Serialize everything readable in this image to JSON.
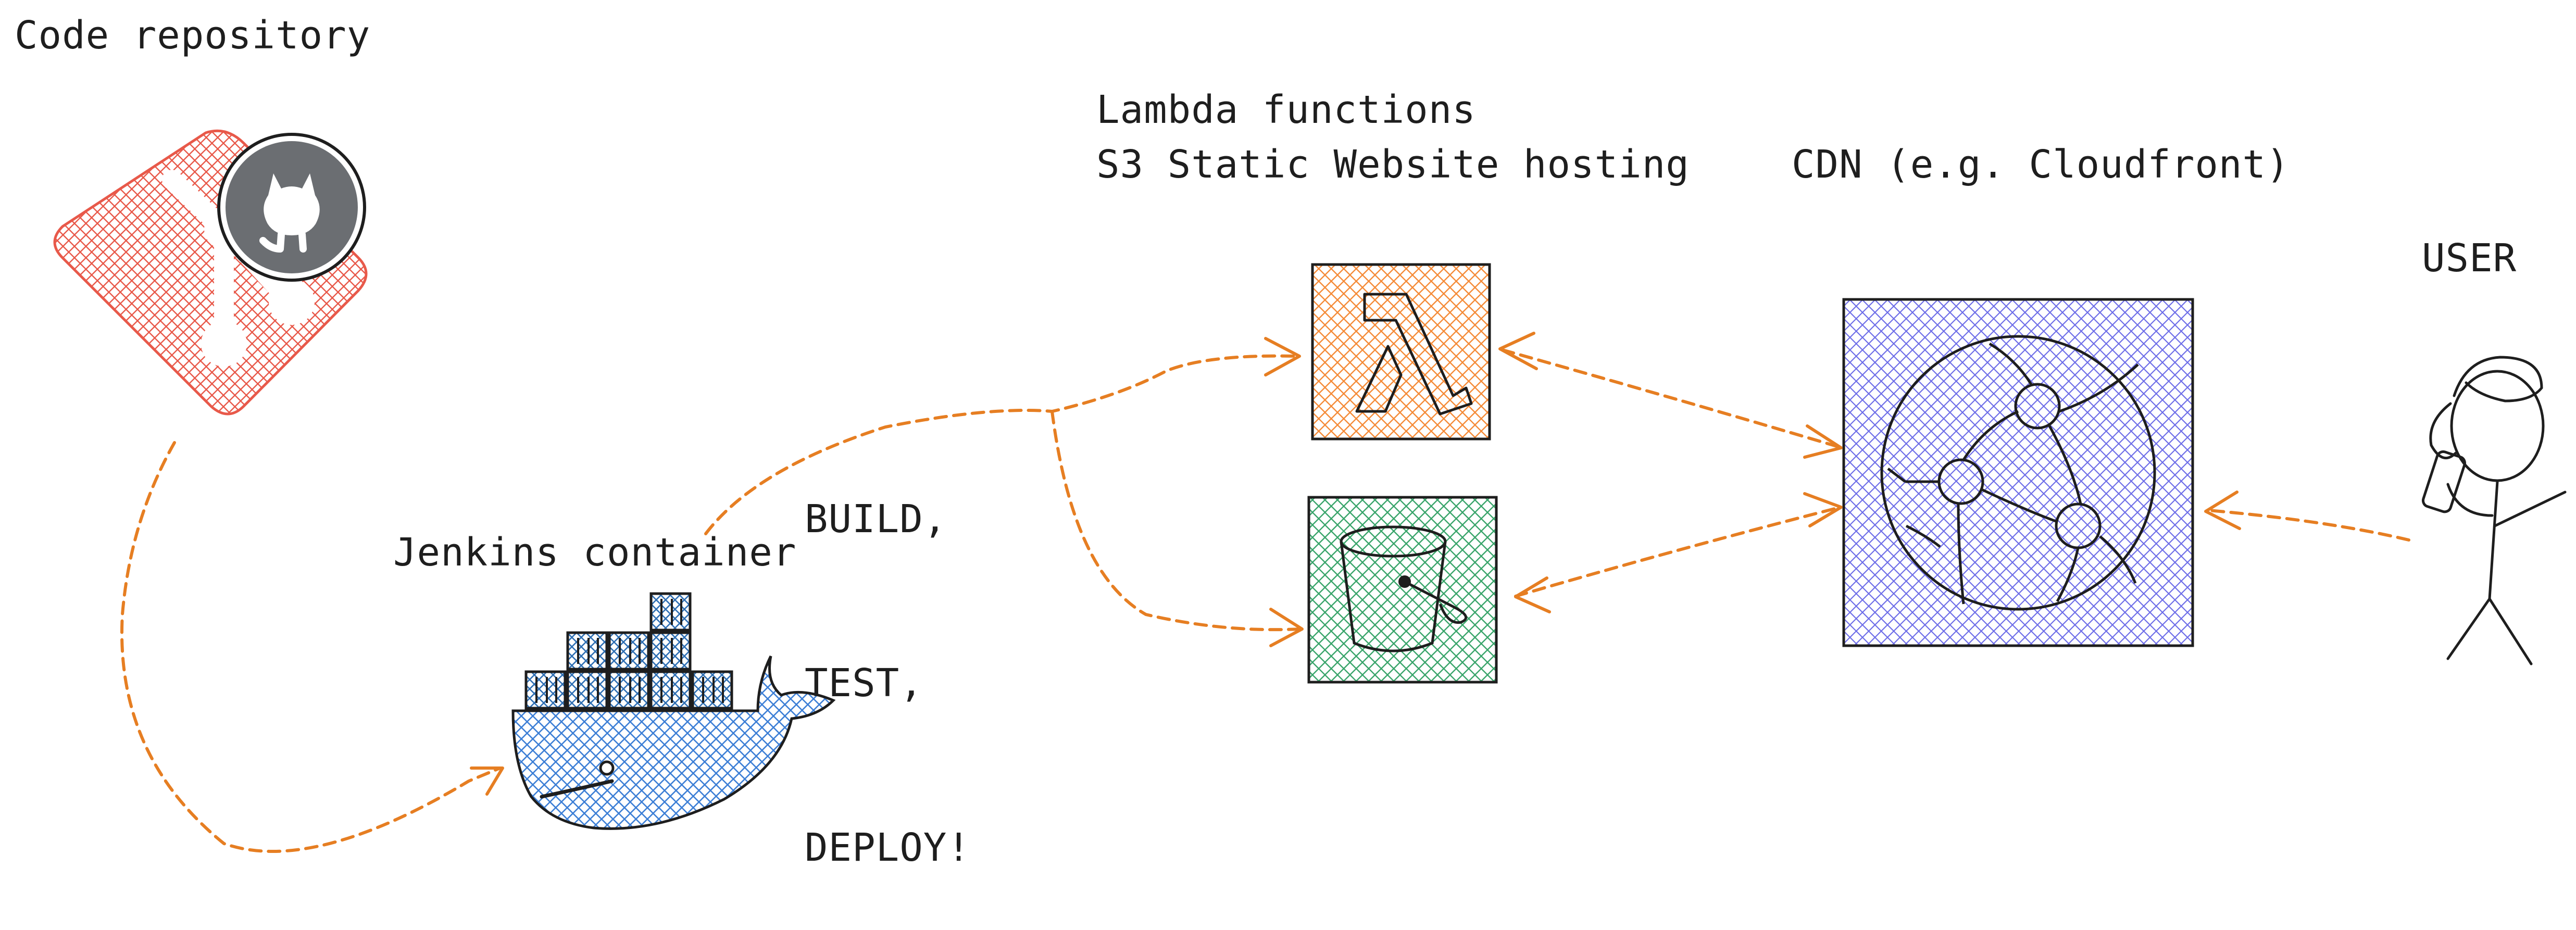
{
  "labels": {
    "code_repository": "Code repository",
    "lambda_functions": "Lambda functions",
    "s3_hosting": "S3 Static Website hosting",
    "cdn": "CDN (e.g. Cloudfront)",
    "user": "USER",
    "jenkins": "Jenkins container",
    "build_step_lines": [
      "BUILD,",
      "TEST,",
      "DEPLOY!"
    ]
  },
  "icons": {
    "git": "git-logo-icon",
    "github": "github-octocat-icon",
    "docker": "docker-whale-icon",
    "lambda": "aws-lambda-icon",
    "s3": "aws-s3-bucket-icon",
    "cloudfront": "aws-cloudfront-icon",
    "user": "stick-figure-user-icon"
  },
  "colors": {
    "git": "#e8594a",
    "github_badge": "#6b6e72",
    "docker_fill": "#3d7fd6",
    "container_fill": "#2f6fb3",
    "lambda_fill": "#f58b38",
    "s3_fill": "#3aa56b",
    "cdn_fill": "#6e6ee8",
    "arrow": "#e67e22",
    "stroke": "#1e1e1e"
  },
  "connectors": [
    {
      "from": "code-repository",
      "to": "jenkins-container",
      "direction": "forward"
    },
    {
      "from": "jenkins-container",
      "to": "lambda-functions",
      "direction": "forward"
    },
    {
      "from": "jenkins-container",
      "to": "s3-static-website",
      "direction": "forward"
    },
    {
      "from": "lambda-functions",
      "to": "cdn",
      "direction": "bidirectional"
    },
    {
      "from": "s3-static-website",
      "to": "cdn",
      "direction": "bidirectional"
    },
    {
      "from": "user",
      "to": "cdn",
      "direction": "forward"
    }
  ]
}
